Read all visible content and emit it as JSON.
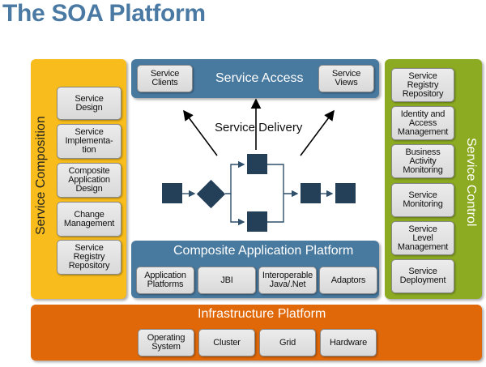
{
  "title": "The SOA Platform",
  "service_composition": {
    "label": "Service Composition",
    "items": [
      "Service\nDesign",
      "Service\nImplementa-\ntion",
      "Composite\nApplication\nDesign",
      "Change\nManagement",
      "Service\nRegistry\nRepository"
    ]
  },
  "service_access": {
    "label": "Service Access",
    "left_item": "Service\nClients",
    "right_item": "Service\nViews"
  },
  "service_delivery": {
    "label": "Service Delivery"
  },
  "composite_platform": {
    "label": "Composite Application Platform",
    "items": [
      "Application\nPlatforms",
      "JBI",
      "Interoperable\nJava/.Net",
      "Adaptors"
    ]
  },
  "service_control": {
    "label": "Service Control",
    "items": [
      "Service\nRegistry\nRepository",
      "Identity and\nAccess\nManagement",
      "Business\nActivity\nMonitoring",
      "Service\nMonitoring",
      "Service\nLevel\nManagement",
      "Service\nDeployment"
    ]
  },
  "infrastructure": {
    "label": "Infrastructure Platform",
    "items": [
      "Operating\nSystem",
      "Cluster",
      "Grid",
      "Hardware"
    ]
  },
  "colors": {
    "title": "#4a7aa3",
    "composition": "#f8bd1c",
    "control": "#8cab22",
    "access": "#48799f",
    "infrastructure": "#e06808",
    "flow_node": "#243f58"
  }
}
